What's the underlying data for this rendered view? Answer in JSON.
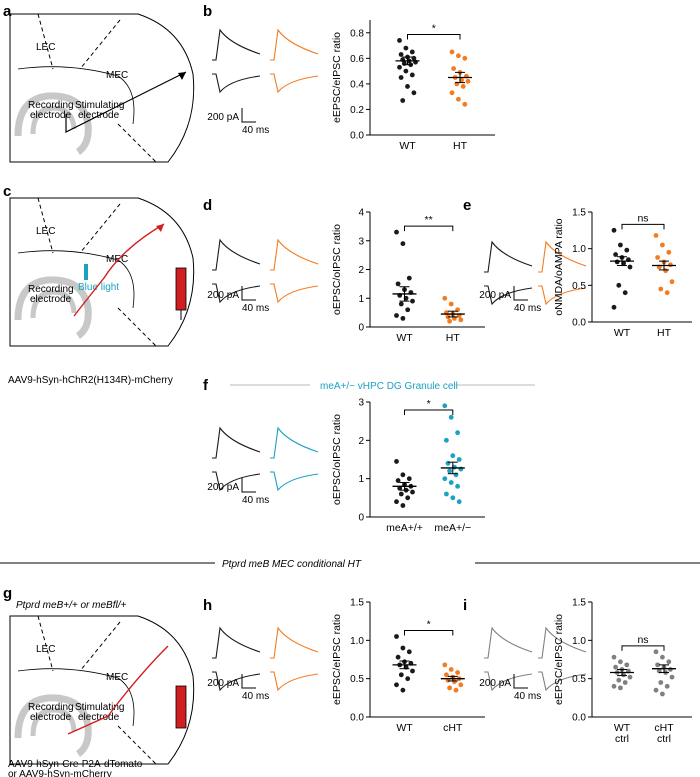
{
  "panels": {
    "a": "a",
    "b": "b",
    "c": "c",
    "d": "d",
    "e": "e",
    "f": "f",
    "g": "g",
    "h": "h",
    "i": "i"
  },
  "schematic": {
    "lec": "LEC",
    "mec": "MEC",
    "recording": "Recording",
    "electrode": "electrode",
    "stimulating": "Stimulating",
    "blue_light": "Blue light",
    "virus_c": "AAV9-hSyn-hChR2(H134R)-mCherry",
    "virus_g1": "AAV9-hSyn-Cre-P2A-dTomato",
    "virus_g2": "or AAV9-hSyn-mCherry",
    "genotype_g": "Ptprd meB+/+ or meBfl/+"
  },
  "banners": {
    "f": "meA+/− vHPC DG Granule cell",
    "g": "Ptprd meB MEC conditional HT"
  },
  "scalebars": {
    "b": {
      "y": "200 pA",
      "x": "40 ms"
    },
    "d": {
      "y": "200 pA",
      "x": "40 ms"
    },
    "e": {
      "y": "200 pA",
      "x": "40 ms"
    },
    "f": {
      "y": "200 pA",
      "x": "40 ms"
    },
    "h": {
      "y": "200 pA",
      "x": "40 ms"
    },
    "i": {
      "y": "200 pA",
      "x": "40 ms"
    }
  },
  "colors": {
    "wt": "#1a1a1a",
    "ht": "#f47b20",
    "mea": "#1aa2c1",
    "ctrl": "#808080",
    "virus": "#d11f1f",
    "light": "#1aa2c1"
  },
  "chart_data": [
    {
      "id": "b",
      "type": "scatter",
      "ylabel": "eEPSC/eIPSC ratio",
      "categories": [
        "WT",
        "HT"
      ],
      "ylim": [
        0,
        0.9
      ],
      "yticks": [
        "0.0",
        "0.2",
        "0.4",
        "0.6",
        "0.8"
      ],
      "means": [
        0.58,
        0.45
      ],
      "sem": [
        0.03,
        0.04
      ],
      "significance": "*",
      "series": [
        {
          "values": [
            0.74,
            0.68,
            0.65,
            0.63,
            0.61,
            0.6,
            0.59,
            0.58,
            0.57,
            0.56,
            0.55,
            0.53,
            0.5,
            0.47,
            0.45,
            0.38,
            0.33,
            0.27
          ]
        },
        {
          "values": [
            0.65,
            0.62,
            0.6,
            0.52,
            0.49,
            0.46,
            0.45,
            0.43,
            0.42,
            0.4,
            0.38,
            0.33,
            0.28,
            0.24
          ]
        }
      ]
    },
    {
      "id": "d",
      "type": "scatter",
      "ylabel": "oEPSC/oIPSC ratio",
      "categories": [
        "WT",
        "HT"
      ],
      "ylim": [
        0,
        4
      ],
      "yticks": [
        "0",
        "1",
        "2",
        "3",
        "4"
      ],
      "means": [
        1.15,
        0.45
      ],
      "sem": [
        0.25,
        0.1
      ],
      "significance": "**",
      "series": [
        {
          "values": [
            3.3,
            2.9,
            1.7,
            1.5,
            1.3,
            1.2,
            1.1,
            1.0,
            0.9,
            0.8,
            0.6,
            0.4,
            0.3
          ]
        },
        {
          "values": [
            1.0,
            0.8,
            0.6,
            0.5,
            0.45,
            0.4,
            0.35,
            0.3,
            0.25,
            0.2
          ]
        }
      ]
    },
    {
      "id": "e",
      "type": "scatter",
      "ylabel": "oNMDA/oAMPA ratio",
      "categories": [
        "WT",
        "HT"
      ],
      "ylim": [
        0,
        1.5
      ],
      "yticks": [
        "0.0",
        "0.5",
        "1.0",
        "1.5"
      ],
      "means": [
        0.83,
        0.77
      ],
      "sem": [
        0.06,
        0.06
      ],
      "significance": "ns",
      "series": [
        {
          "values": [
            1.25,
            1.05,
            0.98,
            0.92,
            0.88,
            0.85,
            0.82,
            0.8,
            0.75,
            0.5,
            0.4,
            0.2
          ]
        },
        {
          "values": [
            1.18,
            1.05,
            0.95,
            0.88,
            0.82,
            0.78,
            0.75,
            0.7,
            0.55,
            0.45,
            0.4
          ]
        }
      ]
    },
    {
      "id": "f",
      "type": "scatter",
      "ylabel": "oEPSC/oIPSC ratio",
      "categories": [
        "meA+/+",
        "meA+/−"
      ],
      "ylim": [
        0,
        3
      ],
      "yticks": [
        "0",
        "1",
        "2",
        "3"
      ],
      "means": [
        0.8,
        1.28
      ],
      "sem": [
        0.1,
        0.15
      ],
      "significance": "*",
      "series": [
        {
          "values": [
            1.45,
            1.1,
            1.0,
            0.95,
            0.85,
            0.8,
            0.75,
            0.7,
            0.65,
            0.6,
            0.5,
            0.4,
            0.3
          ]
        },
        {
          "values": [
            2.9,
            2.6,
            2.2,
            2.0,
            1.6,
            1.5,
            1.4,
            1.3,
            1.25,
            1.2,
            1.1,
            1.0,
            0.9,
            0.8,
            0.6,
            0.5,
            0.4
          ]
        }
      ]
    },
    {
      "id": "h",
      "type": "scatter",
      "ylabel": "eEPSC/eIPSC ratio",
      "categories": [
        "WT",
        "cHT"
      ],
      "ylim": [
        0,
        1.5
      ],
      "yticks": [
        "0.0",
        "0.5",
        "1.0",
        "1.5"
      ],
      "means": [
        0.68,
        0.5
      ],
      "sem": [
        0.05,
        0.03
      ],
      "significance": "*",
      "series": [
        {
          "values": [
            1.05,
            0.9,
            0.85,
            0.78,
            0.72,
            0.7,
            0.68,
            0.65,
            0.6,
            0.55,
            0.5,
            0.42,
            0.35
          ]
        },
        {
          "values": [
            0.68,
            0.62,
            0.58,
            0.55,
            0.52,
            0.5,
            0.48,
            0.46,
            0.42,
            0.38,
            0.35
          ]
        }
      ]
    },
    {
      "id": "i",
      "type": "scatter",
      "ylabel": "eEPSC/eIPSC ratio",
      "categories": [
        "WT ctrl",
        "cHT ctrl"
      ],
      "ylim": [
        0,
        1.5
      ],
      "yticks": [
        "0.0",
        "0.5",
        "1.0",
        "1.5"
      ],
      "means": [
        0.58,
        0.63
      ],
      "sem": [
        0.04,
        0.05
      ],
      "significance": "ns",
      "series": [
        {
          "values": [
            0.78,
            0.72,
            0.68,
            0.65,
            0.62,
            0.6,
            0.58,
            0.55,
            0.52,
            0.48,
            0.45,
            0.4,
            0.38
          ]
        },
        {
          "values": [
            0.85,
            0.78,
            0.72,
            0.68,
            0.65,
            0.62,
            0.6,
            0.58,
            0.52,
            0.45,
            0.4,
            0.35,
            0.3
          ]
        }
      ]
    }
  ]
}
